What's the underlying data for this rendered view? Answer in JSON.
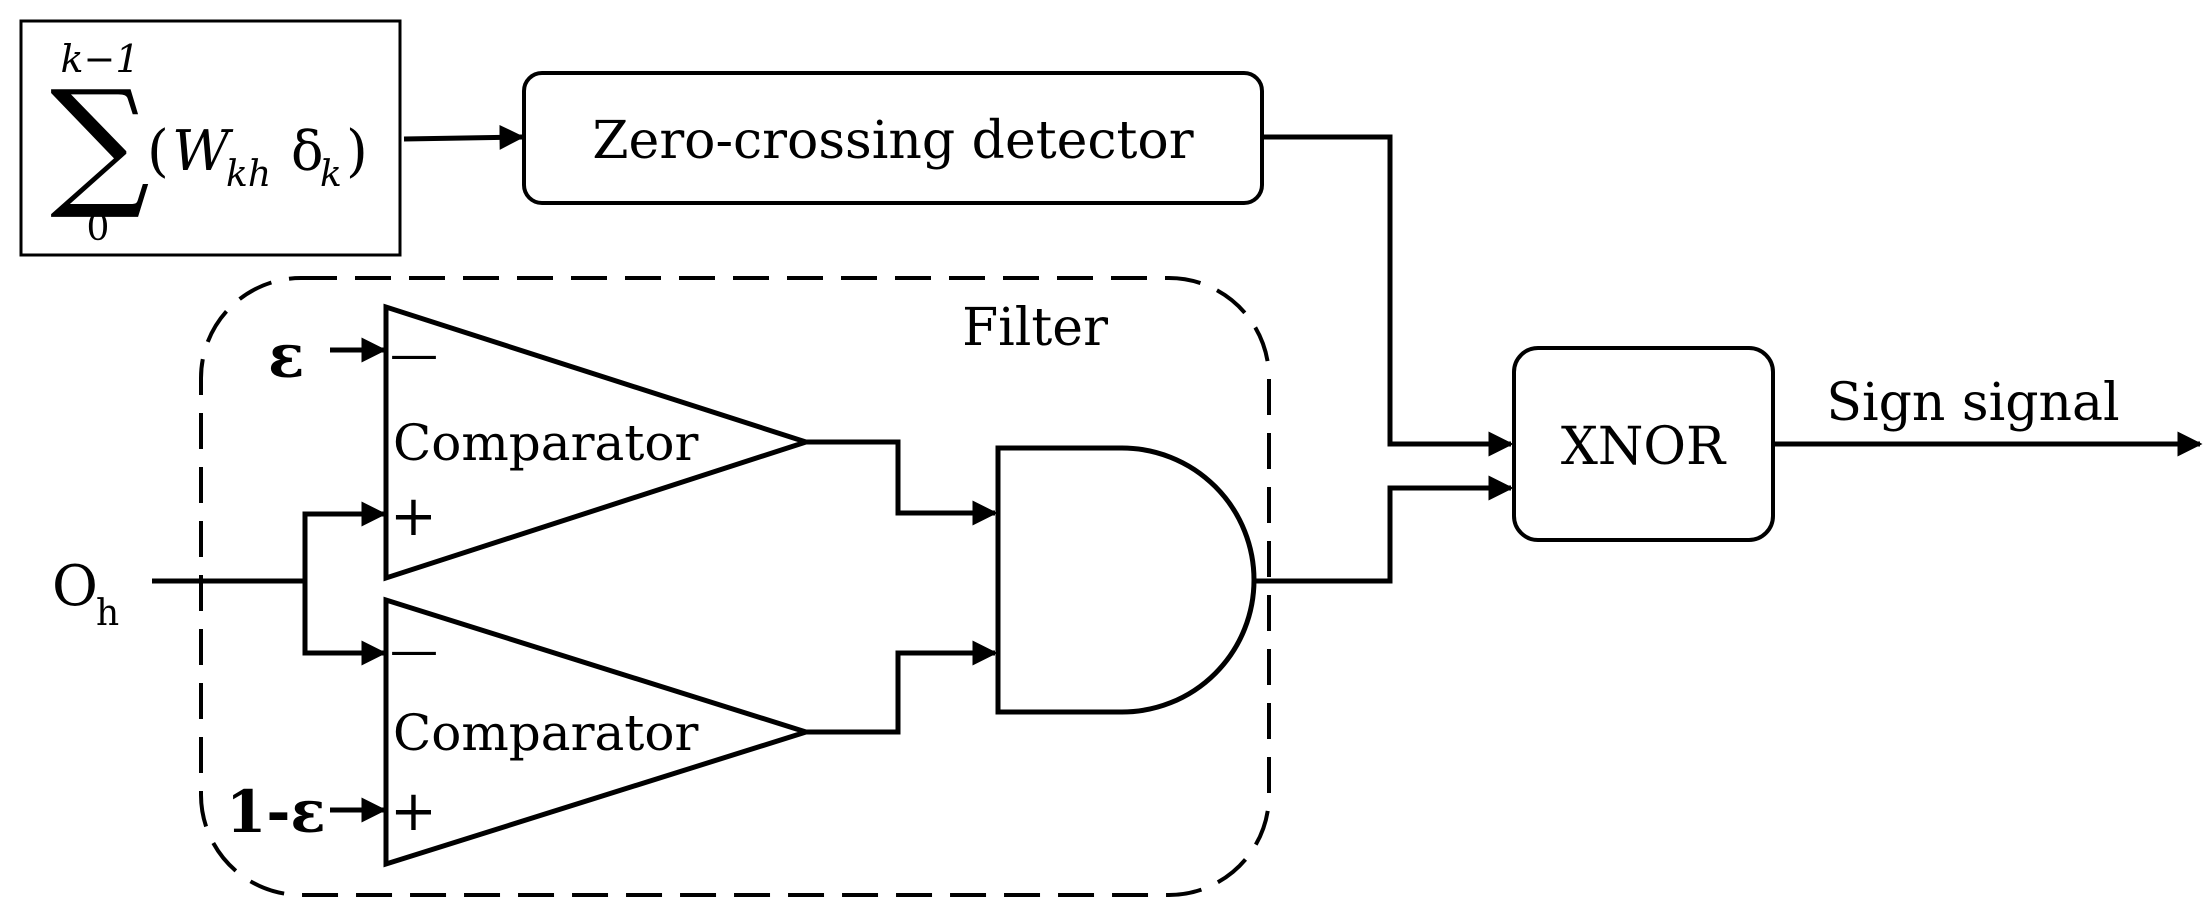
{
  "formula": {
    "sum_upper": "k−1",
    "sum_lower": "0",
    "sum_symbol": "∑",
    "open_paren": "(",
    "w": "W",
    "w_sub": "kh",
    "delta": "δ",
    "delta_sub": "k",
    "close_paren": ")"
  },
  "zero_crossing": {
    "label": "Zero-crossing detector"
  },
  "filter": {
    "label": "Filter"
  },
  "comparator_top": {
    "label": "Comparator",
    "minus": "—",
    "plus": "+",
    "input_label": "ε"
  },
  "comparator_bottom": {
    "label": "Comparator",
    "minus": "—",
    "plus": "+",
    "input_label": "1-ε"
  },
  "input": {
    "label": "O",
    "sub": "h"
  },
  "xnor": {
    "label": "XNOR"
  },
  "output": {
    "label": "Sign signal"
  }
}
